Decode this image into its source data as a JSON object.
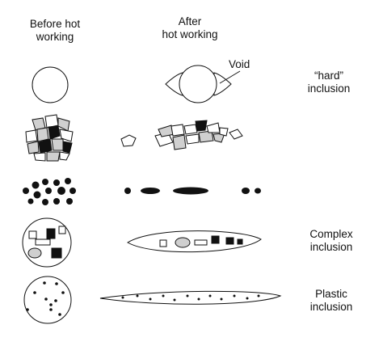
{
  "headers": {
    "before_line1": "Before hot",
    "before_line2": "working",
    "after_line1": "After",
    "after_line2": "hot working"
  },
  "labels": {
    "void": "Void",
    "hard_line1": "“hard”",
    "hard_line2": "inclusion",
    "complex_line1": "Complex",
    "complex_line2": "inclusion",
    "plastic_line1": "Plastic",
    "plastic_line2": "inclusion"
  },
  "colors": {
    "ink": "#111111",
    "fill_gray": "#cfcfcf",
    "fill_light": "#e8e8e8",
    "background": "#ffffff"
  }
}
